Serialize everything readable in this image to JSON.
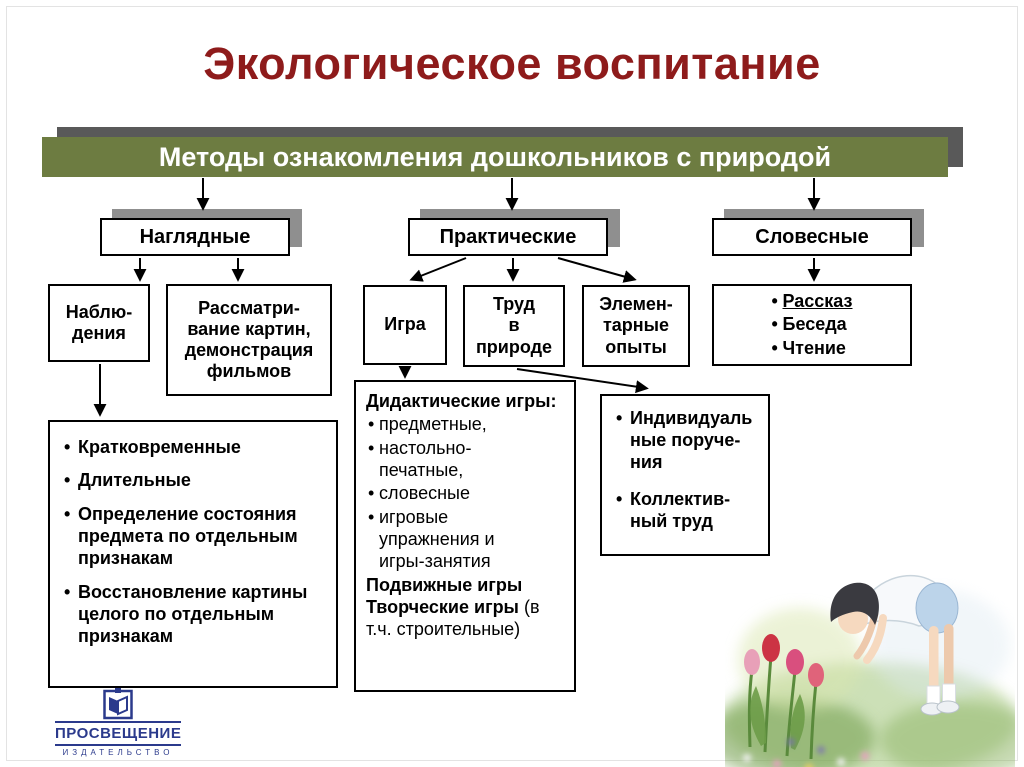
{
  "title": "Экологическое воспитание",
  "header": {
    "label": "Методы ознакомления дошкольников с природой"
  },
  "categories": [
    {
      "label": "Наглядные"
    },
    {
      "label": "Практические"
    },
    {
      "label": "Словесные"
    }
  ],
  "boxes": {
    "observations": {
      "lines": [
        "Наблю-",
        "дения"
      ]
    },
    "pictures": {
      "lines": [
        "Рассматри-",
        "вание картин,",
        "демонстрация",
        "фильмов"
      ]
    },
    "game": {
      "label": "Игра"
    },
    "labor": {
      "lines": [
        "Труд",
        "в",
        "природе"
      ]
    },
    "experiments": {
      "lines": [
        "Элемен-",
        "тарные",
        "опыты"
      ]
    },
    "verbal_methods": {
      "items": [
        "Рассказ",
        "Беседа",
        "Чтение"
      ]
    },
    "observation_kinds": {
      "items": [
        "Кратковременные",
        "Длительные",
        "Определение состояния предмета по отдельным признакам",
        "Восстановление картины целого по отдельным признакам"
      ]
    },
    "didactic": {
      "heading": "Дидактические игры:",
      "items": [
        "предметные,",
        "настольно-печатные,",
        "словесные",
        "игровые упражнения и игры-занятия"
      ],
      "mobile_games": "Подвижные игры",
      "creative_games": "Творческие игры",
      "creative_suffix": "(в т.ч. строительные)"
    },
    "labor_kinds": {
      "items": [
        "Индивидуаль ные поруче-ния",
        "Коллектив-ный труд"
      ]
    }
  },
  "logo": {
    "publisher": "ПРОСВЕЩЕНИЕ",
    "subtitle": "ИЗДАТЕЛЬСТВО"
  },
  "colors": {
    "title_red": "#8e1b1b",
    "bar_green": "#6d7c41",
    "shadow_gray": "#8f8f8f",
    "logo_blue": "#2b3a8c"
  }
}
